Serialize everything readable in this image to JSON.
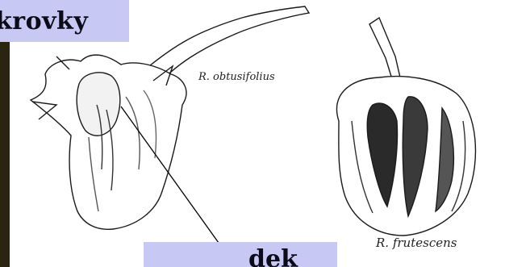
{
  "slide": {
    "title": "krovky",
    "bottom_label": "dek"
  },
  "figure": {
    "left_label": "R. obtusifolius",
    "right_label": "R. frutescens"
  },
  "colors": {
    "highlight": "#c8c8f4",
    "ink": "#1a1a1a",
    "edge_strip": "#2b2410"
  }
}
